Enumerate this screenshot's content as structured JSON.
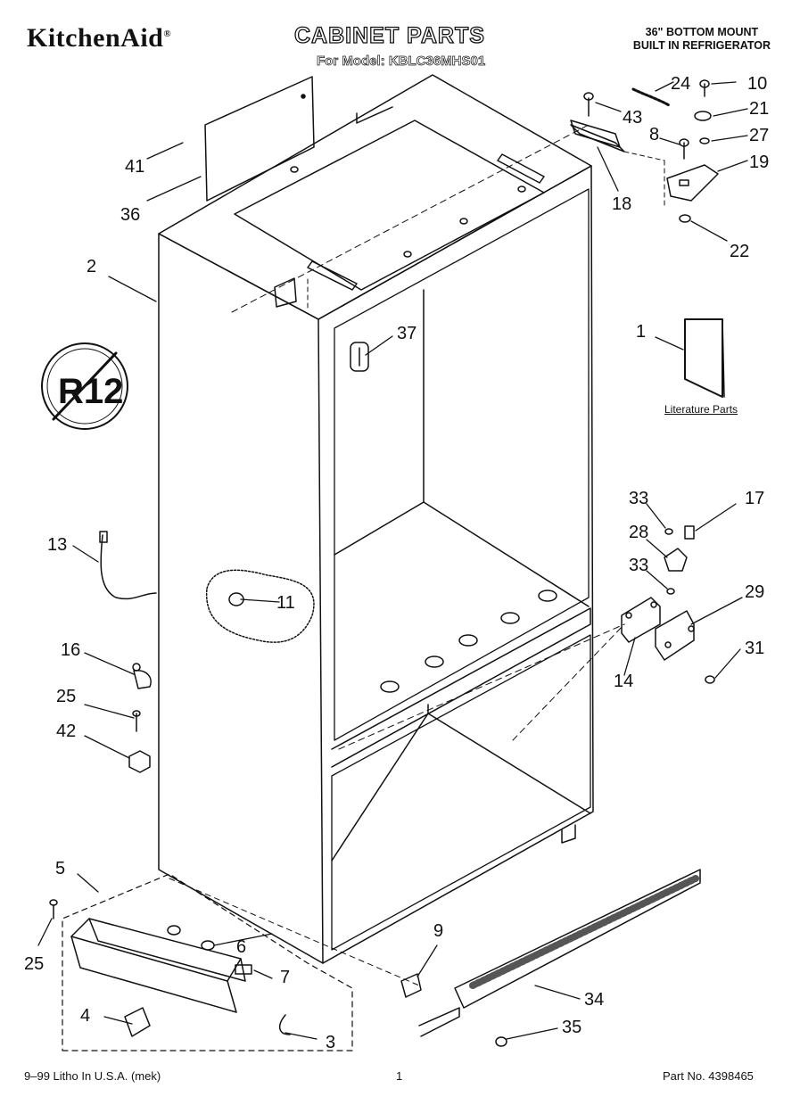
{
  "header": {
    "brand": "KitchenAid",
    "brand_mark": "®",
    "title": "CABINET PARTS",
    "subtitle": "For Model: KBLC36MHS01",
    "product_line1": "36\" BOTTOM MOUNT",
    "product_line2": "BUILT IN REFRIGERATOR"
  },
  "literature_label": "Literature Parts",
  "badge_text": "R12",
  "callouts": {
    "c1": "1",
    "c2": "2",
    "c3": "3",
    "c4": "4",
    "c5": "5",
    "c6": "6",
    "c7": "7",
    "c8": "8",
    "c9": "9",
    "c10": "10",
    "c11": "11",
    "c13": "13",
    "c14": "14",
    "c16": "16",
    "c17": "17",
    "c18": "18",
    "c19": "19",
    "c21": "21",
    "c22": "22",
    "c24": "24",
    "c25a": "25",
    "c25b": "25",
    "c27": "27",
    "c28": "28",
    "c29": "29",
    "c31": "31",
    "c33a": "33",
    "c33b": "33",
    "c34": "34",
    "c35": "35",
    "c36": "36",
    "c37": "37",
    "c41": "41",
    "c42": "42",
    "c43": "43"
  },
  "footer": {
    "left": "9–99 Litho In U.S.A. (mek)",
    "page": "1",
    "part_no": "Part No. 4398465"
  }
}
